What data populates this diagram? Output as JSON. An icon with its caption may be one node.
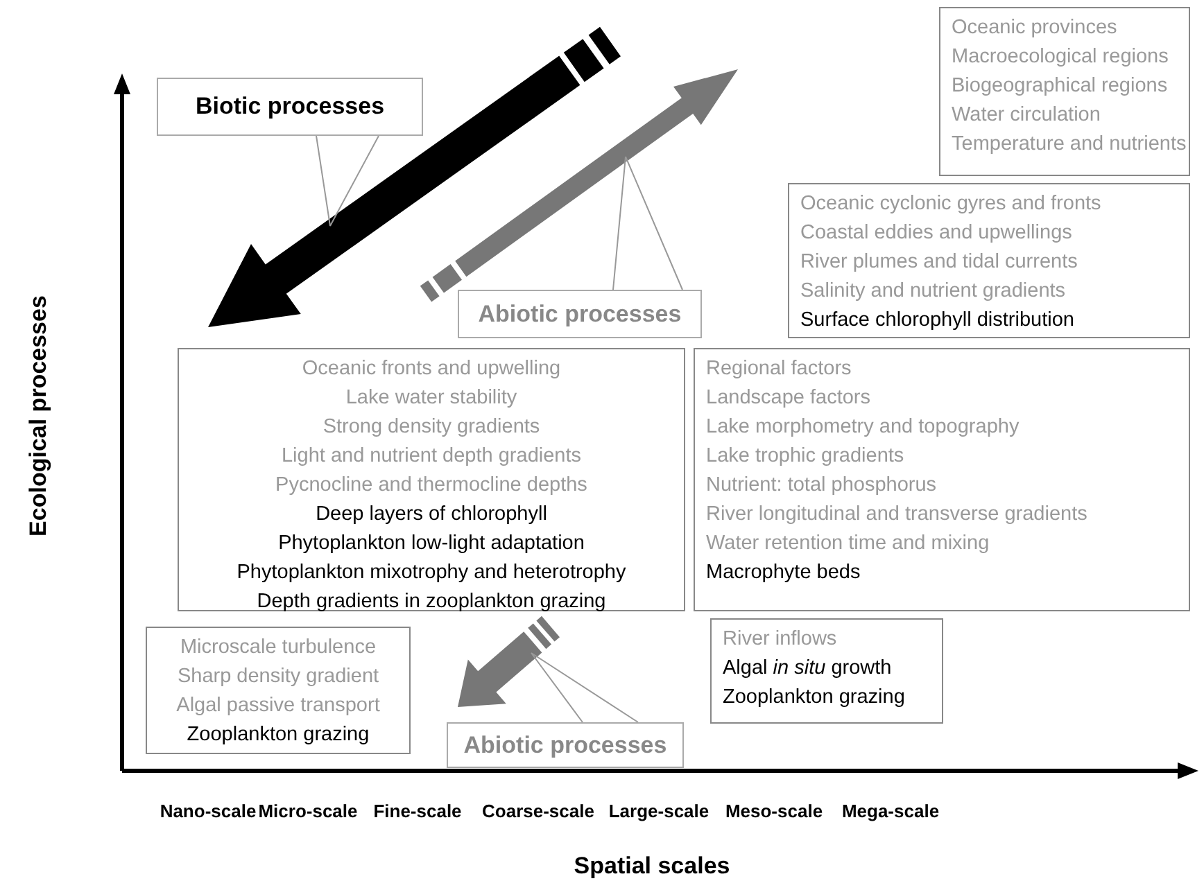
{
  "diagram": {
    "nodes": [
      {
        "text": [
          "Oceanic provinces",
          "Macroecological regions",
          "Biogeographical regions",
          "Water circulation",
          "Temperature and nutrients"
        ]
      },
      {
        "text": [
          "Oceanic cyclonic gyres and fronts",
          "Coastal eddies and upwellings",
          "River plumes and tidal currents",
          "Salinity and nutrient gradients",
          "Surface chlorophyll distribution"
        ]
      },
      {
        "text": [
          "Oceanic fronts and upwelling",
          "Lake water stability",
          "Strong density gradients",
          "Light and nutrient depth gradients",
          "Pycnocline and thermocline depths",
          "Deep layers of chlorophyll",
          "Phytoplankton low-light adaptation",
          "Phytoplankton mixotrophy and heterotrophy",
          "Depth gradients in zooplankton grazing"
        ]
      },
      {
        "text": [
          "Regional factors",
          "Landscape factors",
          "Lake morphometry and topography",
          "Lake trophic gradients",
          "Nutrient: total phosphorus",
          "River longitudinal and transverse gradients",
          "Water retention time and mixing",
          "Macrophyte beds"
        ]
      },
      {
        "text": [
          "Microscale turbulence",
          "Sharp density gradient",
          "Algal passive transport",
          "Zooplankton grazing"
        ]
      },
      {
        "text": [
          "River inflows",
          "Algal *in situ* growth",
          "Zooplankton grazing"
        ]
      },
      {
        "text": [
          "Biotic processes"
        ]
      },
      {
        "text": [
          "Abiotic processes"
        ]
      },
      {
        "text": [
          "Abiotic processes"
        ]
      },
      {
        "text": [],
        "shape": "arrow"
      },
      {
        "text": [],
        "shape": "arrow"
      },
      {
        "text": [],
        "shape": "arrow"
      }
    ],
    "edges": [
      {
        "from": 6,
        "to": 9,
        "arrow": "none"
      },
      {
        "from": 7,
        "to": 10,
        "arrow": "none"
      },
      {
        "from": 8,
        "to": 11,
        "arrow": "none"
      }
    ],
    "labels": [
      "Ecological processes",
      "Nano-scale",
      "Micro-scale",
      "Fine-scale",
      "Coarse-scale",
      "Large-scale",
      "Meso-scale",
      "Mega-scale",
      "Spatial scales"
    ]
  }
}
